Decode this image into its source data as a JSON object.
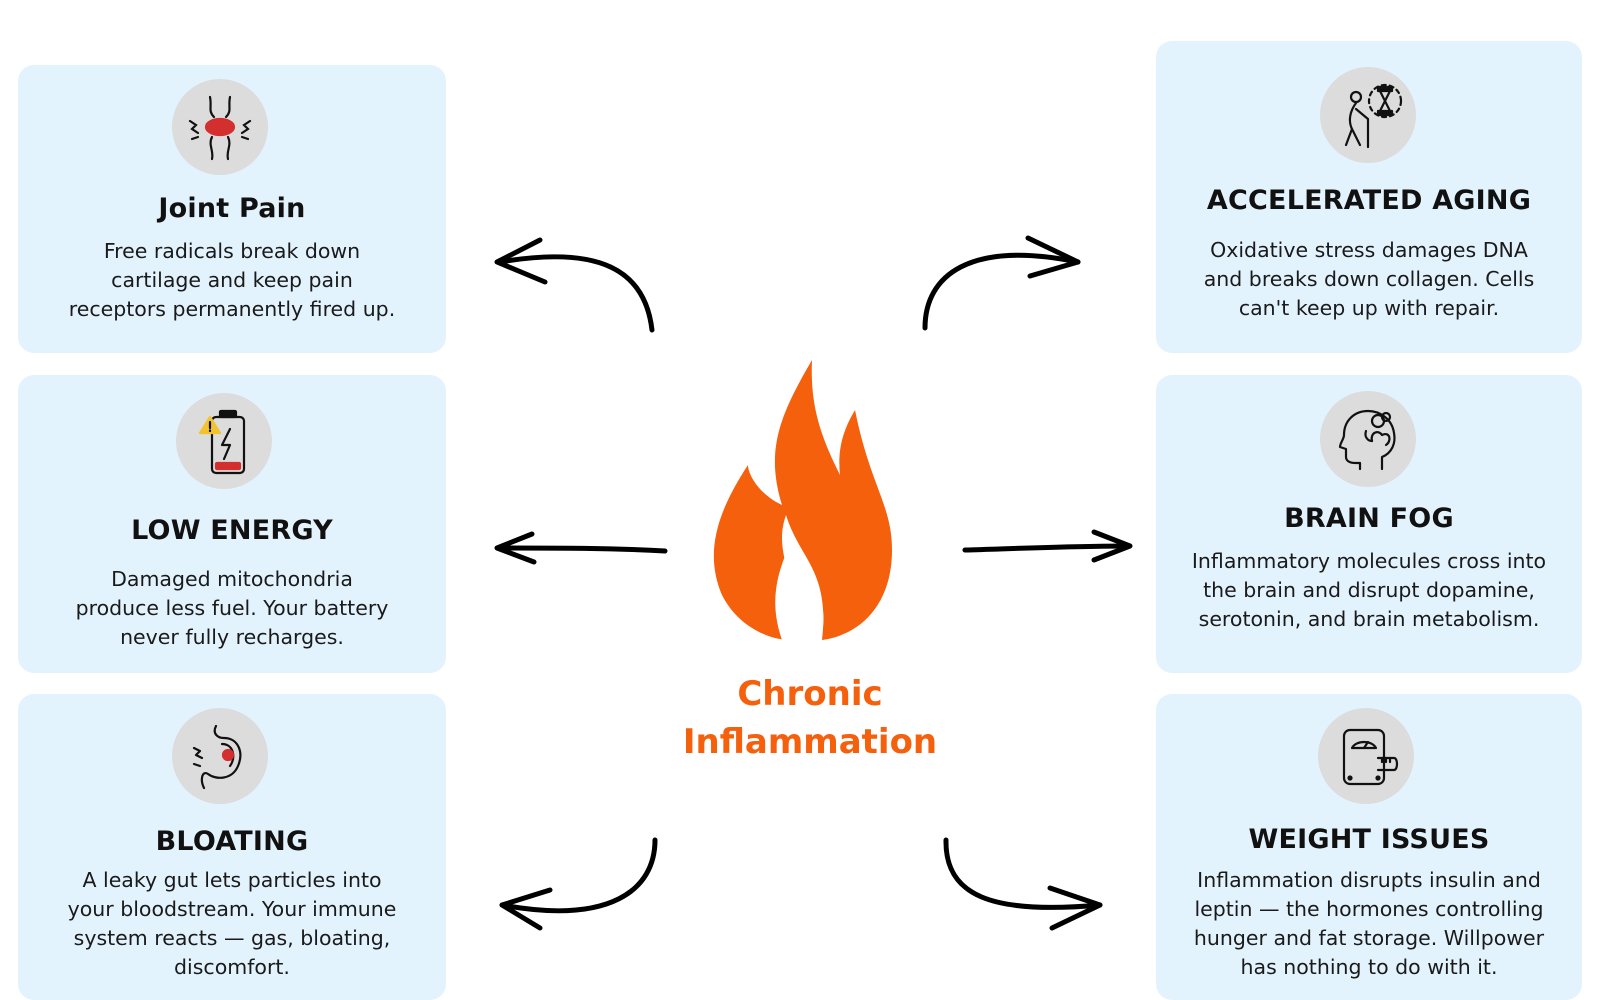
{
  "center": {
    "title_line1": "Chronic",
    "title_line2": "Inflammation",
    "color": "#f4600c"
  },
  "colors": {
    "card_bg": "#e3f3fd",
    "icon_bg": "#dcdcdc",
    "accent_red": "#d32f2f",
    "warning_yellow": "#f2c230",
    "flame": "#f4600c"
  },
  "cards": {
    "joint_pain": {
      "icon": "joint-pain-icon",
      "title": "Joint Pain",
      "line1": "Free radicals break down",
      "line2": "cartilage and keep pain",
      "line3": "receptors permanently fired up."
    },
    "low_energy": {
      "icon": "low-battery-icon",
      "title": "LOW ENERGY",
      "line1": "Damaged mitochondria",
      "line2": "produce less fuel. Your battery",
      "line3": "never fully recharges."
    },
    "bloating": {
      "icon": "stomach-icon",
      "title": "BLOATING",
      "line1": "A leaky gut lets particles into",
      "line2": "your bloodstream. Your immune",
      "line3": "system reacts — gas, bloating,",
      "line4": "discomfort."
    },
    "aging": {
      "icon": "aging-person-hourglass-icon",
      "title": "ACCELERATED AGING",
      "line1": "Oxidative stress damages DNA",
      "line2": "and breaks down collagen. Cells",
      "line3": "can't keep up with repair."
    },
    "brain_fog": {
      "icon": "brain-fog-icon",
      "title": "BRAIN FOG",
      "line1": "Inflammatory molecules cross into",
      "line2": "the brain and disrupt dopamine,",
      "line3": "serotonin, and brain metabolism."
    },
    "weight": {
      "icon": "weight-scale-icon",
      "title": "WEIGHT ISSUES",
      "line1": "Inflammation disrupts insulin and",
      "line2": "leptin — the hormones controlling",
      "line3": "hunger and fat storage. Willpower",
      "line4": "has nothing to do with it."
    }
  }
}
